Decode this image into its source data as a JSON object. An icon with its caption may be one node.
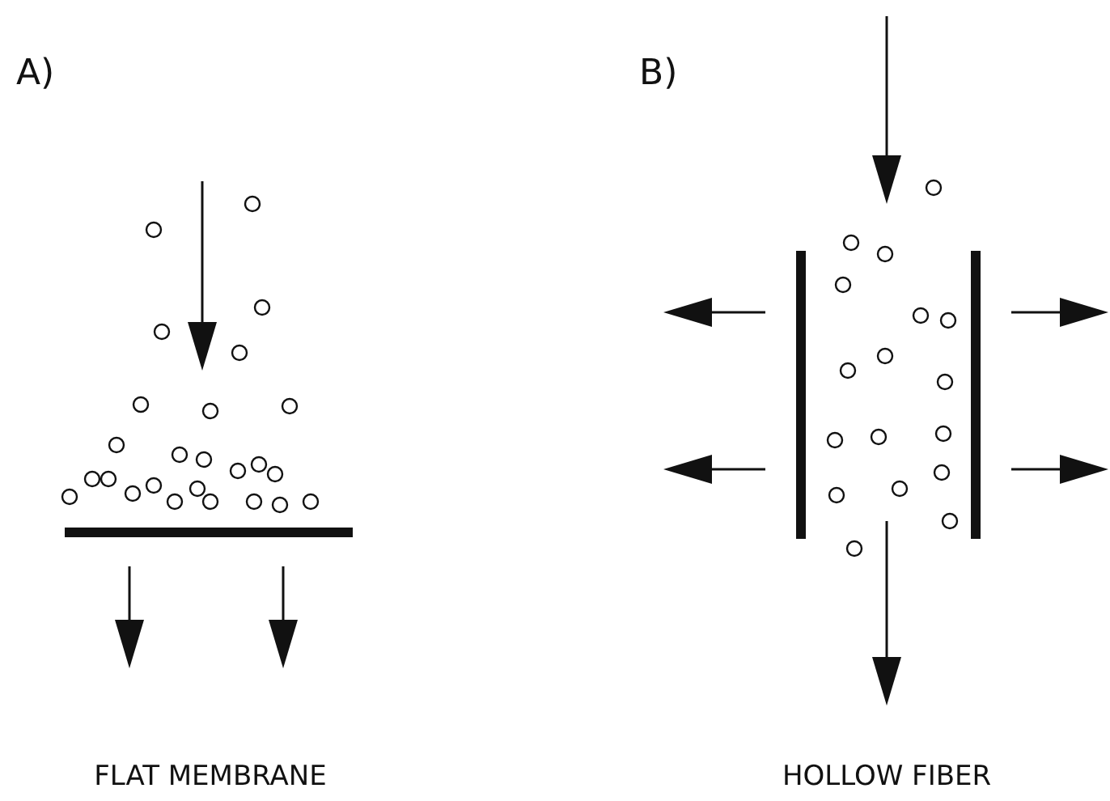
{
  "diagram": {
    "labels": [
      "A)",
      "B)",
      "FLAT MEMBRANE",
      "HOLLOW FIBER"
    ]
  }
}
